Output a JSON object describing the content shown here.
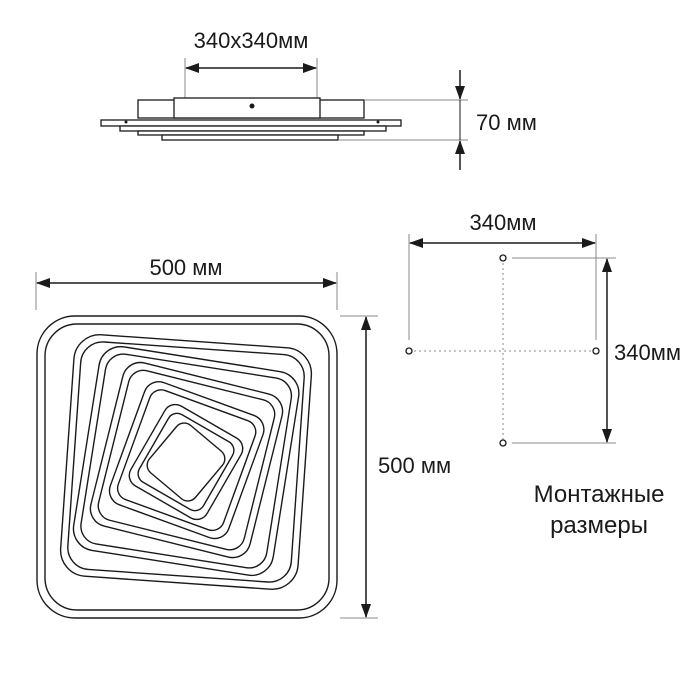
{
  "side_view": {
    "width_label": "340x340мм",
    "height_label": "70 мм"
  },
  "top_view": {
    "width_label": "500 мм",
    "height_label": "500 мм"
  },
  "mounting": {
    "width_label": "340мм",
    "height_label": "340мм",
    "caption_line1": "Монтажные",
    "caption_line2": "размеры"
  },
  "colors": {
    "line": "#1a1a1a",
    "guide": "#8a8a8a"
  }
}
